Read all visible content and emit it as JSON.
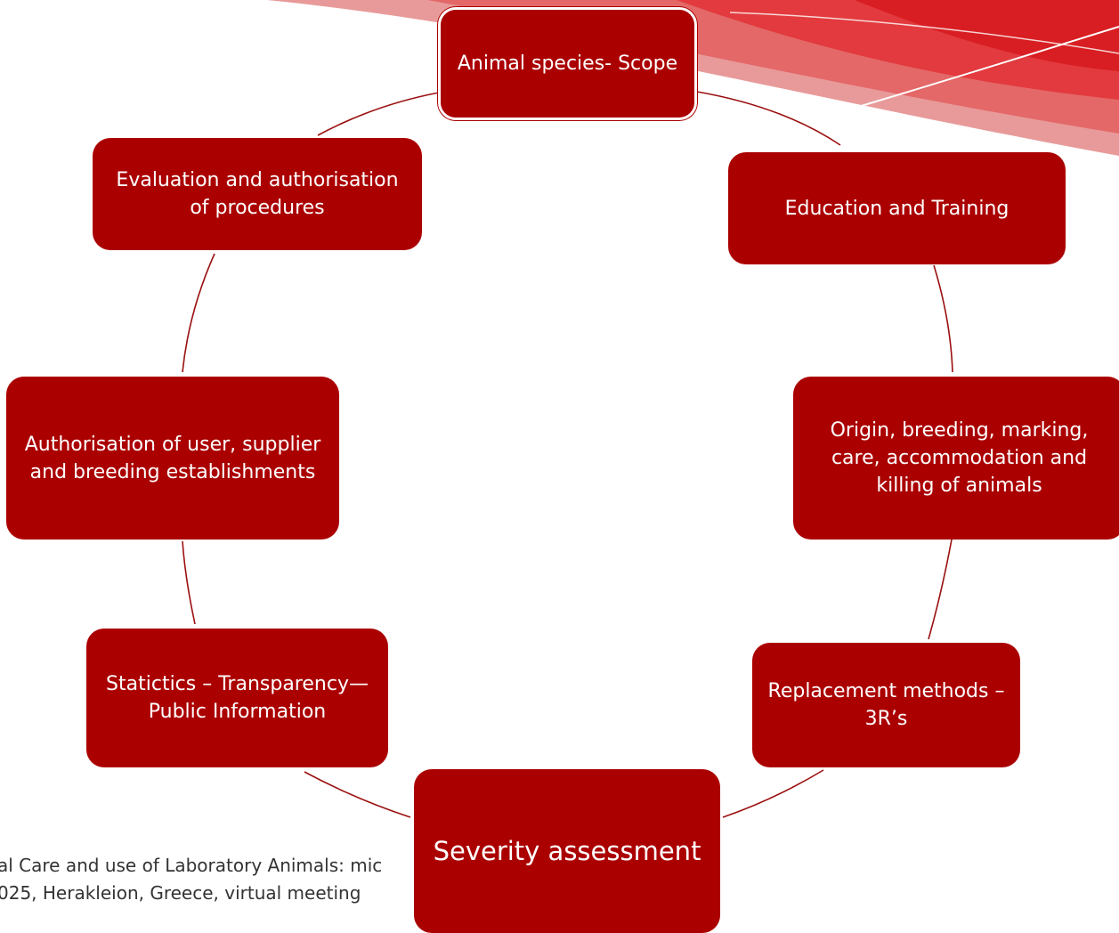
{
  "colors": {
    "node_fill": "#ab0000",
    "node_text": "#ffffff",
    "connector": "#9b1010",
    "ribbon": "#e0262b"
  },
  "nodes": {
    "animal_species": "Animal species- Scope",
    "education": "Education and Training",
    "origin": "Origin, breeding, marking, care, accommodation and killing of animals",
    "replacement": "Replacement methods – 3R’s",
    "severity": "Severity assessment",
    "statistics": "Statictics – Transparency—Public Information",
    "authorisation_user": "Authorisation of user, supplier and breeding establishments",
    "evaluation": "Evaluation and authorisation of procedures"
  },
  "footer": {
    "line1": "al Care and use of Laboratory Animals: mic",
    "line2": "025, Herakleion, Greece, virtual meeting"
  }
}
